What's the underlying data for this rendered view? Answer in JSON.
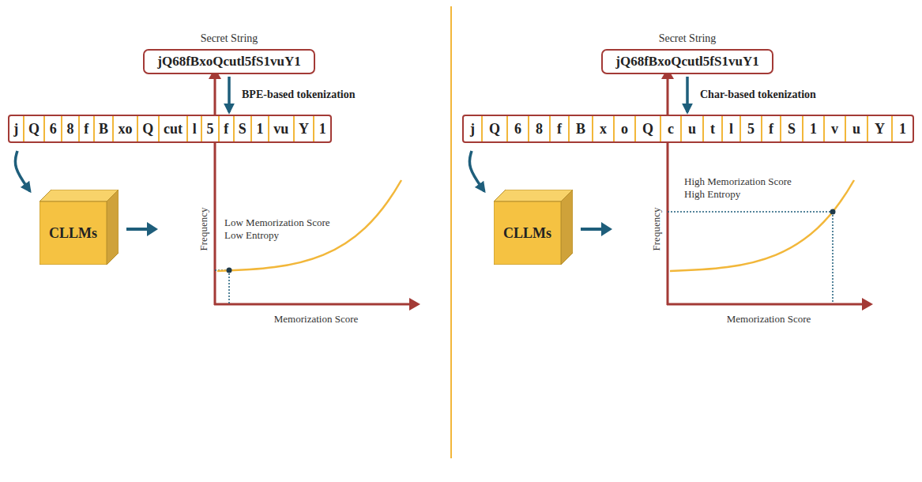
{
  "diagram": {
    "nodes": [
      {
        "text": [
          "Secret String",
          "jQ68fBxoQcutl5fS1vuY1"
        ]
      },
      {
        "text": [
          "j",
          "Q",
          "6",
          "8",
          "f",
          "B",
          "xo",
          "Q",
          "cut",
          "l",
          "5",
          "f",
          "S",
          "1",
          "vu",
          "Y",
          "1"
        ]
      },
      {
        "text": [
          "CLLMs"
        ]
      },
      {
        "text": [
          "Secret String",
          "jQ68fBxoQcutl5fS1vuY1"
        ]
      },
      {
        "text": [
          "j",
          "Q",
          "6",
          "8",
          "f",
          "B",
          "x",
          "o",
          "Q",
          "c",
          "u",
          "t",
          "l",
          "5",
          "f",
          "S",
          "1",
          "v",
          "u",
          "Y",
          "1"
        ]
      },
      {
        "text": [
          "CLLMs"
        ]
      }
    ],
    "edges": [
      {
        "from": 0,
        "to": 1,
        "arrow": "to",
        "label": "BPE-based tokenization"
      },
      {
        "from": 1,
        "to": 2,
        "arrow": "to"
      },
      {
        "from": 3,
        "to": 4,
        "arrow": "to",
        "label": "Char-based tokenization"
      },
      {
        "from": 4,
        "to": 5,
        "arrow": "to"
      }
    ],
    "labels": [
      "Frequency",
      "Memorization Score",
      "Low Memorization Score",
      "Low Entropy",
      "Frequency",
      "Memorization Score",
      "High Memorization Score",
      "High Entropy"
    ]
  }
}
